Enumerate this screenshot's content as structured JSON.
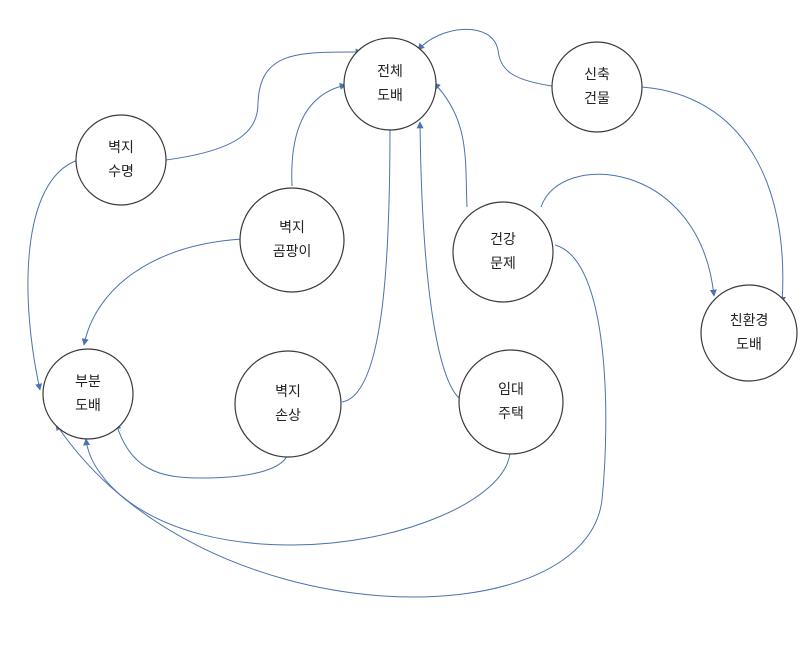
{
  "colors": {
    "edge": "#4a72b0",
    "node_stroke": "#3a3a3a",
    "text": "#222222"
  },
  "nodes": {
    "full": {
      "line1": "전체",
      "line2": "도배"
    },
    "new": {
      "line1": "신축",
      "line2": "건물"
    },
    "life": {
      "line1": "벽지",
      "line2": "수명"
    },
    "mold": {
      "line1": "벽지",
      "line2": "곰팡이"
    },
    "health": {
      "line1": "건강",
      "line2": "문제"
    },
    "eco": {
      "line1": "친환경",
      "line2": "도배"
    },
    "partial": {
      "line1": "부분",
      "line2": "도배"
    },
    "damage": {
      "line1": "벽지",
      "line2": "손상"
    },
    "rental": {
      "line1": "임대",
      "line2": "주택"
    }
  },
  "edges": [
    {
      "from": "new",
      "to": "full"
    },
    {
      "from": "new",
      "to": "eco"
    },
    {
      "from": "life",
      "to": "full"
    },
    {
      "from": "life",
      "to": "partial"
    },
    {
      "from": "mold",
      "to": "full"
    },
    {
      "from": "mold",
      "to": "partial"
    },
    {
      "from": "health",
      "to": "full"
    },
    {
      "from": "health",
      "to": "eco"
    },
    {
      "from": "health",
      "to": "partial"
    },
    {
      "from": "damage",
      "to": "full"
    },
    {
      "from": "damage",
      "to": "partial"
    },
    {
      "from": "rental",
      "to": "full"
    },
    {
      "from": "rental",
      "to": "partial"
    }
  ]
}
